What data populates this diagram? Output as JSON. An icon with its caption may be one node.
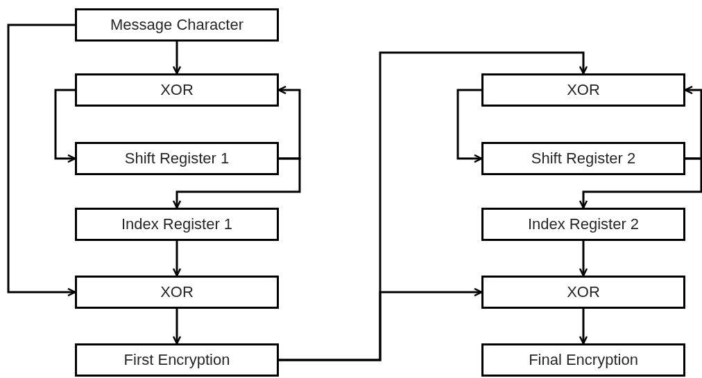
{
  "diagram": {
    "nodes": [
      {
        "text": [
          "Message Character"
        ]
      },
      {
        "text": [
          "XOR"
        ]
      },
      {
        "text": [
          "Shift Register 1"
        ]
      },
      {
        "text": [
          "Index Register 1"
        ]
      },
      {
        "text": [
          "XOR"
        ]
      },
      {
        "text": [
          "First Encryption"
        ]
      },
      {
        "text": [
          "XOR"
        ]
      },
      {
        "text": [
          "Shift Register 2"
        ]
      },
      {
        "text": [
          "Index Register 2"
        ]
      },
      {
        "text": [
          "XOR"
        ]
      },
      {
        "text": [
          "Final Encryption"
        ]
      }
    ],
    "edges": [
      {
        "from": 0,
        "to": 1,
        "arrow": "to"
      },
      {
        "from": 0,
        "to": 4,
        "arrow": "to"
      },
      {
        "from": 1,
        "to": 2,
        "arrow": "to"
      },
      {
        "from": 2,
        "to": 1,
        "arrow": "to"
      },
      {
        "from": 2,
        "to": 3,
        "arrow": "to"
      },
      {
        "from": 3,
        "to": 4,
        "arrow": "to"
      },
      {
        "from": 4,
        "to": 5,
        "arrow": "to"
      },
      {
        "from": 5,
        "to": 6,
        "arrow": "to"
      },
      {
        "from": 5,
        "to": 9,
        "arrow": "to"
      },
      {
        "from": 6,
        "to": 7,
        "arrow": "to"
      },
      {
        "from": 7,
        "to": 6,
        "arrow": "to"
      },
      {
        "from": 7,
        "to": 8,
        "arrow": "to"
      },
      {
        "from": 8,
        "to": 9,
        "arrow": "to"
      },
      {
        "from": 9,
        "to": 10,
        "arrow": "to"
      }
    ]
  }
}
